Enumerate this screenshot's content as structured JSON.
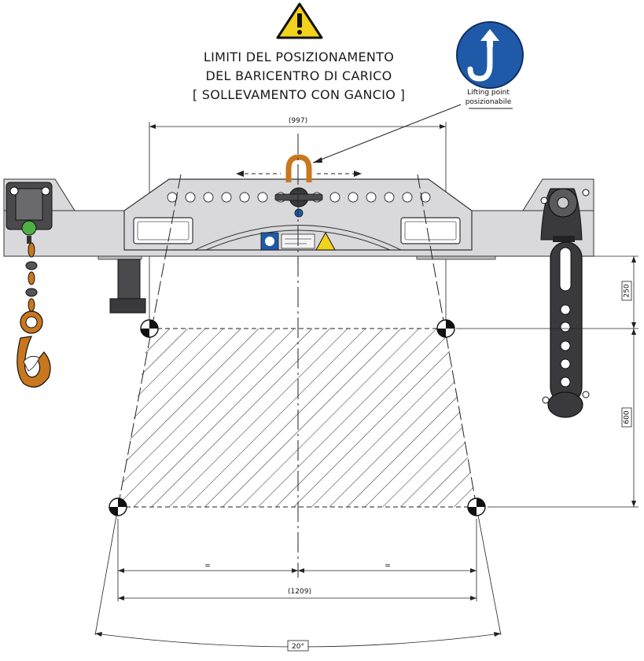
{
  "title": {
    "line1": "LIMITI DEL POSIZIONAMENTO",
    "line2": "DEL BARICENTRO DI CARICO",
    "line3": "[ SOLLEVAMENTO CON GANCIO ]"
  },
  "sign": {
    "caption_line1": "Lifting point",
    "caption_line2": "posizionabile"
  },
  "dimensions": {
    "top_width": "(997)",
    "bottom_width": "(1209)",
    "height_upper": "250",
    "height_lower": "600",
    "half_left": "=",
    "half_right": "=",
    "angle": "20°"
  },
  "colors": {
    "hook": "#c8771f",
    "sign_blue": "#1f5aa8",
    "warning_yellow": "#f2d21b",
    "beam": "#d9d9db",
    "dark_part": "#3a3a3c"
  }
}
